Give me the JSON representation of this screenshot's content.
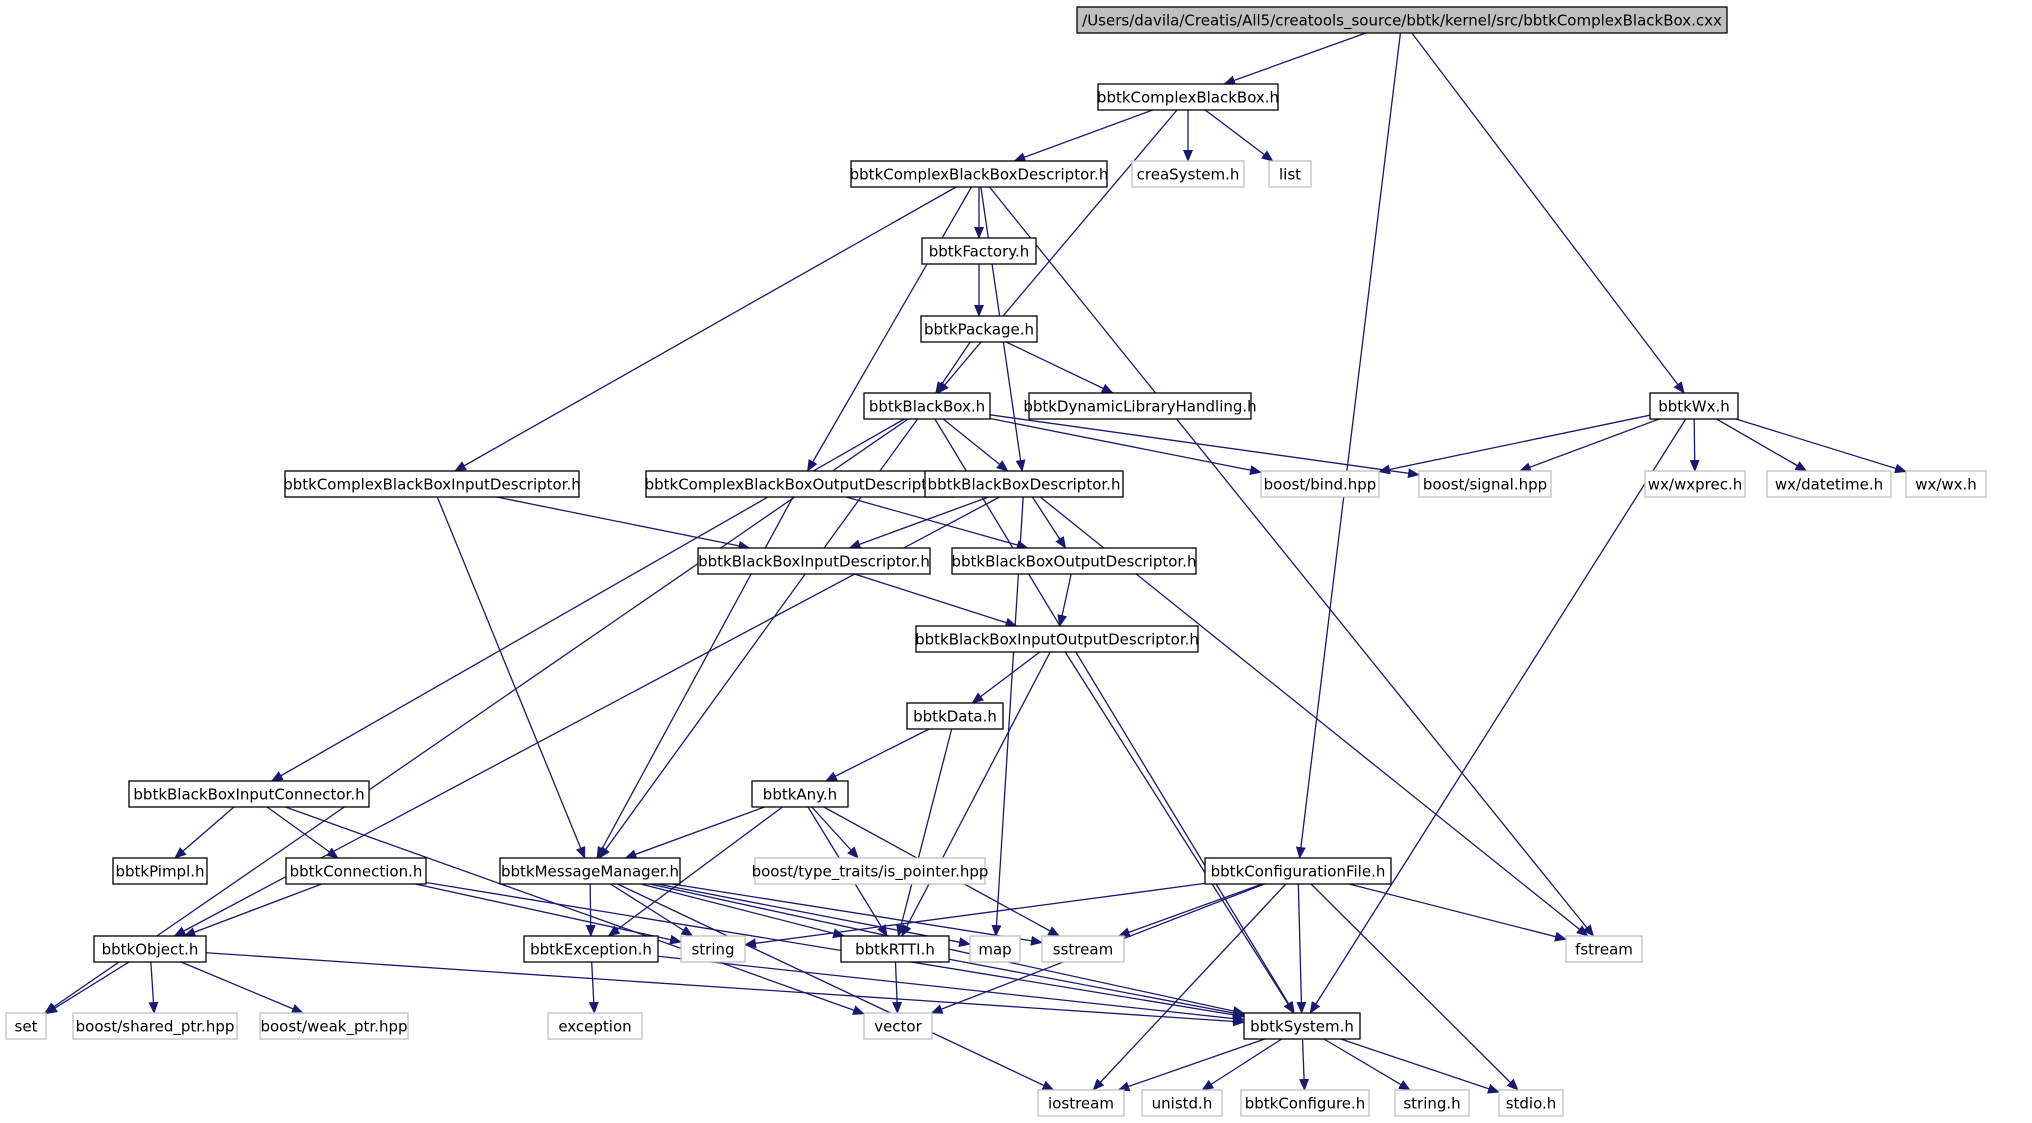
{
  "colors": {
    "edge": "#191970",
    "root_fill": "#bfbfbf",
    "node_border": "#000000",
    "external_border": "#bfbfbf",
    "node_fill": "#ffffff"
  },
  "nodes": [
    {
      "id": "root",
      "label": "/Users/davila/Creatis/All5/creatools_source/bbtk/kernel/src/bbtkComplexBlackBox.cxx",
      "kind": "root"
    },
    {
      "id": "complexbb",
      "label": "bbtkComplexBlackBox.h",
      "kind": "header"
    },
    {
      "id": "cbbdesc",
      "label": "bbtkComplexBlackBoxDescriptor.h",
      "kind": "header"
    },
    {
      "id": "creasystem",
      "label": "creaSystem.h",
      "kind": "external"
    },
    {
      "id": "list",
      "label": "list",
      "kind": "external"
    },
    {
      "id": "factory",
      "label": "bbtkFactory.h",
      "kind": "header"
    },
    {
      "id": "package",
      "label": "bbtkPackage.h",
      "kind": "header"
    },
    {
      "id": "blackbox",
      "label": "bbtkBlackBox.h",
      "kind": "header"
    },
    {
      "id": "dynlib",
      "label": "bbtkDynamicLibraryHandling.h",
      "kind": "header"
    },
    {
      "id": "wx",
      "label": "bbtkWx.h",
      "kind": "header"
    },
    {
      "id": "cbbin",
      "label": "bbtkComplexBlackBoxInputDescriptor.h",
      "kind": "header"
    },
    {
      "id": "cbbout",
      "label": "bbtkComplexBlackBoxOutputDescriptor.h",
      "kind": "header"
    },
    {
      "id": "bbdesc",
      "label": "bbtkBlackBoxDescriptor.h",
      "kind": "header"
    },
    {
      "id": "bind",
      "label": "boost/bind.hpp",
      "kind": "external"
    },
    {
      "id": "signal",
      "label": "boost/signal.hpp",
      "kind": "external"
    },
    {
      "id": "wxprec",
      "label": "wx/wxprec.h",
      "kind": "external"
    },
    {
      "id": "datetime",
      "label": "wx/datetime.h",
      "kind": "external"
    },
    {
      "id": "wxh",
      "label": "wx/wx.h",
      "kind": "external"
    },
    {
      "id": "bbin",
      "label": "bbtkBlackBoxInputDescriptor.h",
      "kind": "header"
    },
    {
      "id": "bbout",
      "label": "bbtkBlackBoxOutputDescriptor.h",
      "kind": "header"
    },
    {
      "id": "bbio",
      "label": "bbtkBlackBoxInputOutputDescriptor.h",
      "kind": "header"
    },
    {
      "id": "data",
      "label": "bbtkData.h",
      "kind": "header"
    },
    {
      "id": "any",
      "label": "bbtkAny.h",
      "kind": "header"
    },
    {
      "id": "inconn",
      "label": "bbtkBlackBoxInputConnector.h",
      "kind": "header"
    },
    {
      "id": "pimpl",
      "label": "bbtkPimpl.h",
      "kind": "header"
    },
    {
      "id": "connection",
      "label": "bbtkConnection.h",
      "kind": "header"
    },
    {
      "id": "msgmgr",
      "label": "bbtkMessageManager.h",
      "kind": "header"
    },
    {
      "id": "typetraits",
      "label": "boost/type_traits/is_pointer.hpp",
      "kind": "external"
    },
    {
      "id": "config",
      "label": "bbtkConfigurationFile.h",
      "kind": "header"
    },
    {
      "id": "object",
      "label": "bbtkObject.h",
      "kind": "header"
    },
    {
      "id": "exception_h",
      "label": "bbtkException.h",
      "kind": "header"
    },
    {
      "id": "string",
      "label": "string",
      "kind": "external"
    },
    {
      "id": "rtti",
      "label": "bbtkRTTI.h",
      "kind": "header"
    },
    {
      "id": "map",
      "label": "map",
      "kind": "external"
    },
    {
      "id": "sstream",
      "label": "sstream",
      "kind": "external"
    },
    {
      "id": "fstream",
      "label": "fstream",
      "kind": "external"
    },
    {
      "id": "set",
      "label": "set",
      "kind": "external"
    },
    {
      "id": "sharedptr",
      "label": "boost/shared_ptr.hpp",
      "kind": "external"
    },
    {
      "id": "weakptr",
      "label": "boost/weak_ptr.hpp",
      "kind": "external"
    },
    {
      "id": "exception",
      "label": "exception",
      "kind": "external"
    },
    {
      "id": "vector",
      "label": "vector",
      "kind": "external"
    },
    {
      "id": "system",
      "label": "bbtkSystem.h",
      "kind": "header"
    },
    {
      "id": "iostream",
      "label": "iostream",
      "kind": "external"
    },
    {
      "id": "unistd",
      "label": "unistd.h",
      "kind": "external"
    },
    {
      "id": "configure",
      "label": "bbtkConfigure.h",
      "kind": "external"
    },
    {
      "id": "stringh",
      "label": "string.h",
      "kind": "external"
    },
    {
      "id": "stdio",
      "label": "stdio.h",
      "kind": "external"
    }
  ],
  "edges": [
    [
      "root",
      "complexbb"
    ],
    [
      "root",
      "config"
    ],
    [
      "root",
      "wx"
    ],
    [
      "complexbb",
      "cbbdesc"
    ],
    [
      "complexbb",
      "creasystem"
    ],
    [
      "complexbb",
      "list"
    ],
    [
      "complexbb",
      "blackbox"
    ],
    [
      "cbbdesc",
      "factory"
    ],
    [
      "cbbdesc",
      "cbbin"
    ],
    [
      "cbbdesc",
      "cbbout"
    ],
    [
      "cbbdesc",
      "bbdesc"
    ],
    [
      "cbbdesc",
      "fstream"
    ],
    [
      "factory",
      "package"
    ],
    [
      "package",
      "blackbox"
    ],
    [
      "package",
      "dynlib"
    ],
    [
      "blackbox",
      "bbdesc"
    ],
    [
      "blackbox",
      "bind"
    ],
    [
      "blackbox",
      "signal"
    ],
    [
      "blackbox",
      "inconn"
    ],
    [
      "blackbox",
      "msgmgr"
    ],
    [
      "blackbox",
      "set"
    ],
    [
      "blackbox",
      "system"
    ],
    [
      "wx",
      "bind"
    ],
    [
      "wx",
      "signal"
    ],
    [
      "wx",
      "wxprec"
    ],
    [
      "wx",
      "datetime"
    ],
    [
      "wx",
      "wxh"
    ],
    [
      "wx",
      "system"
    ],
    [
      "cbbin",
      "bbin"
    ],
    [
      "cbbin",
      "msgmgr"
    ],
    [
      "cbbout",
      "bbout"
    ],
    [
      "cbbout",
      "msgmgr"
    ],
    [
      "bbdesc",
      "bbin"
    ],
    [
      "bbdesc",
      "bbout"
    ],
    [
      "bbdesc",
      "object"
    ],
    [
      "bbdesc",
      "map"
    ],
    [
      "bbdesc",
      "fstream"
    ],
    [
      "bbin",
      "bbio"
    ],
    [
      "bbout",
      "bbio"
    ],
    [
      "bbio",
      "data"
    ],
    [
      "bbio",
      "rtti"
    ],
    [
      "bbio",
      "system"
    ],
    [
      "data",
      "any"
    ],
    [
      "data",
      "rtti"
    ],
    [
      "any",
      "msgmgr"
    ],
    [
      "any",
      "typetraits"
    ],
    [
      "any",
      "exception_h"
    ],
    [
      "any",
      "rtti"
    ],
    [
      "any",
      "sstream"
    ],
    [
      "inconn",
      "pimpl"
    ],
    [
      "inconn",
      "connection"
    ],
    [
      "inconn",
      "vector"
    ],
    [
      "connection",
      "object"
    ],
    [
      "connection",
      "string"
    ],
    [
      "connection",
      "system"
    ],
    [
      "msgmgr",
      "exception_h"
    ],
    [
      "msgmgr",
      "string"
    ],
    [
      "msgmgr",
      "rtti"
    ],
    [
      "msgmgr",
      "map"
    ],
    [
      "msgmgr",
      "sstream"
    ],
    [
      "msgmgr",
      "system"
    ],
    [
      "msgmgr",
      "iostream"
    ],
    [
      "config",
      "string"
    ],
    [
      "config",
      "sstream"
    ],
    [
      "config",
      "fstream"
    ],
    [
      "config",
      "vector"
    ],
    [
      "config",
      "system"
    ],
    [
      "config",
      "iostream"
    ],
    [
      "config",
      "stdio"
    ],
    [
      "object",
      "set"
    ],
    [
      "object",
      "sharedptr"
    ],
    [
      "object",
      "weakptr"
    ],
    [
      "object",
      "system"
    ],
    [
      "exception_h",
      "exception"
    ],
    [
      "exception_h",
      "system"
    ],
    [
      "rtti",
      "vector"
    ],
    [
      "rtti",
      "system"
    ],
    [
      "system",
      "iostream"
    ],
    [
      "system",
      "unistd"
    ],
    [
      "system",
      "configure"
    ],
    [
      "system",
      "stringh"
    ],
    [
      "system",
      "stdio"
    ]
  ]
}
